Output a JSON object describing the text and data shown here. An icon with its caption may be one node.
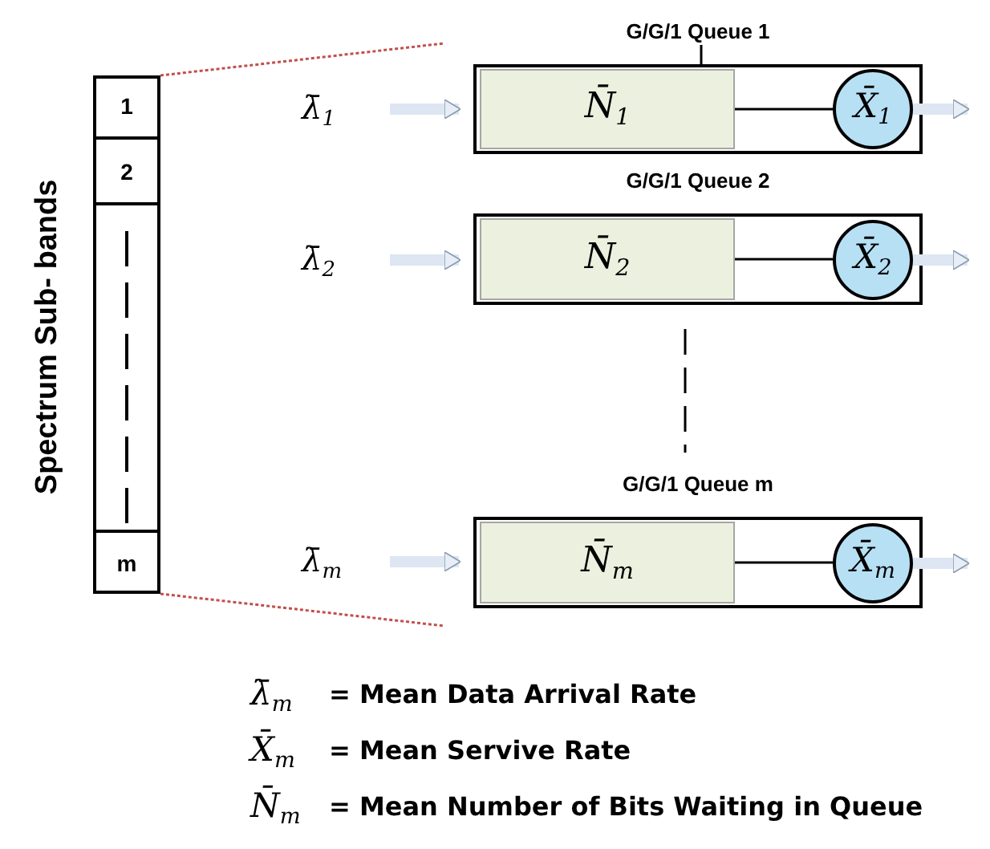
{
  "diagram": {
    "nodes": [
      {
        "text": [],
        "shape": "box"
      },
      {
        "text": [
          "1"
        ],
        "in": 0
      },
      {
        "text": [
          "2"
        ],
        "in": 0
      },
      {
        "text": [
          "m"
        ],
        "in": 0
      },
      {
        "text": [
          "G/G/1 Queue 1"
        ]
      },
      {
        "text": [
          "N̄$_{1}$"
        ],
        "in": 4
      },
      {
        "text": [
          "X̄$_{1}$"
        ],
        "in": 4
      },
      {
        "text": [
          "λ̄$_{1}$"
        ]
      },
      {
        "text": [
          "G/G/1 Queue 2"
        ]
      },
      {
        "text": [
          "N̄$_{2}$"
        ],
        "in": 8
      },
      {
        "text": [
          "X̄$_{2}$"
        ],
        "in": 8
      },
      {
        "text": [
          "λ̄$_{2}$"
        ]
      },
      {
        "text": [
          "G/G/1 Queue m"
        ]
      },
      {
        "text": [
          "N̄$_{m}$"
        ],
        "in": 12
      },
      {
        "text": [
          "X̄$_{m}$"
        ],
        "in": 12
      },
      {
        "text": [
          "λ̄$_{m}$"
        ]
      }
    ],
    "edges": [
      {
        "from": 0,
        "to": null,
        "arrow": "none",
        "style": "dashed",
        "color": "#c0504d"
      },
      {
        "from": 0,
        "to": null,
        "arrow": "none",
        "style": "dashed",
        "color": "#c0504d"
      },
      {
        "from": 7,
        "to": 4,
        "arrow": "to"
      },
      {
        "from": 5,
        "to": 6,
        "arrow": "none",
        "color": "#000000"
      },
      {
        "from": 6,
        "to": null,
        "arrow": "to"
      },
      {
        "from": 11,
        "to": 8,
        "arrow": "to"
      },
      {
        "from": 9,
        "to": 10,
        "arrow": "none",
        "color": "#000000"
      },
      {
        "from": 10,
        "to": null,
        "arrow": "to"
      },
      {
        "from": 15,
        "to": 12,
        "arrow": "to"
      },
      {
        "from": 13,
        "to": 14,
        "arrow": "none",
        "color": "#000000"
      },
      {
        "from": 14,
        "to": null,
        "arrow": "to"
      }
    ],
    "labels": [
      "Spectrum Sub- bands",
      "λ̄$_{m}$",
      "= Mean Data Arrival Rate",
      "X̄$_{m}$",
      "= Mean Servive Rate",
      "N̄$_{m}$",
      "= Mean Number of Bits Waiting in Queue"
    ]
  }
}
